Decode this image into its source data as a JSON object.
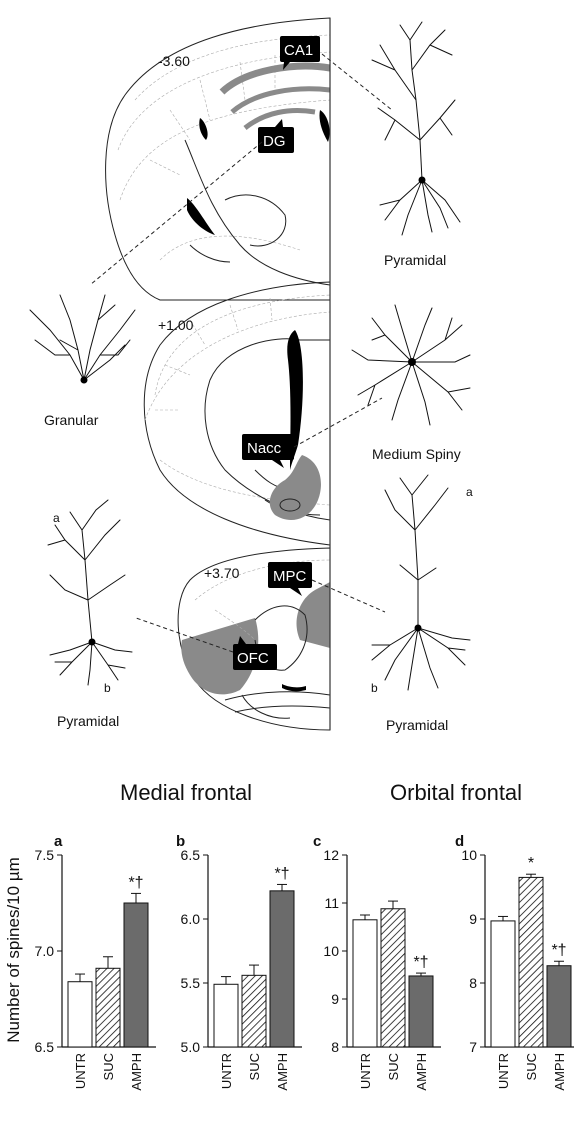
{
  "atlas": {
    "sections": [
      {
        "level": "-3.60"
      },
      {
        "level": "+1.00"
      },
      {
        "level": "+3.70"
      }
    ],
    "region_labels": {
      "ca1": "CA1",
      "dg": "DG",
      "nacc": "Nacc",
      "mpc": "MPC",
      "ofc": "OFC"
    },
    "neuron_labels": {
      "granular": "Granular",
      "pyramidal_ca1": "Pyramidal",
      "medium_spiny": "Medium Spiny",
      "pyramidal_mpc": "Pyramidal",
      "pyramidal_ofc": "Pyramidal"
    },
    "dendrite_marks": {
      "ofc_apical": "a",
      "ofc_basal": "b",
      "mpc_apical": "a",
      "mpc_basal": "b"
    }
  },
  "group_titles": {
    "medial": "Medial frontal",
    "orbital": "Orbital frontal"
  },
  "ylabel": "Number of spines/10 µm",
  "colors": {
    "untr": "#ffffff",
    "amph": "#6b6b6b",
    "stroke": "#111111"
  },
  "chart_data": [
    {
      "type": "bar",
      "panel": "a",
      "categories": [
        "UNTR",
        "SUC",
        "AMPH"
      ],
      "values": [
        6.84,
        6.91,
        7.25
      ],
      "errors": [
        0.04,
        0.06,
        0.05
      ],
      "marks": [
        "",
        "",
        "*†"
      ],
      "yticks": [
        "6.5",
        "7.0",
        "7.5"
      ],
      "ylim": [
        6.5,
        7.5
      ]
    },
    {
      "type": "bar",
      "panel": "b",
      "categories": [
        "UNTR",
        "SUC",
        "AMPH"
      ],
      "values": [
        5.49,
        5.56,
        6.22
      ],
      "errors": [
        0.06,
        0.08,
        0.05
      ],
      "marks": [
        "",
        "",
        "*†"
      ],
      "yticks": [
        "5.0",
        "5.5",
        "6.0",
        "6.5"
      ],
      "ylim": [
        5.0,
        6.5
      ]
    },
    {
      "type": "bar",
      "panel": "c",
      "categories": [
        "UNTR",
        "SUC",
        "AMPH"
      ],
      "values": [
        10.65,
        10.88,
        9.48
      ],
      "errors": [
        0.1,
        0.16,
        0.06
      ],
      "marks": [
        "",
        "",
        "*†"
      ],
      "yticks": [
        "8",
        "9",
        "10",
        "11",
        "12"
      ],
      "ylim": [
        8,
        12
      ]
    },
    {
      "type": "bar",
      "panel": "d",
      "categories": [
        "UNTR",
        "SUC",
        "AMPH"
      ],
      "values": [
        8.97,
        9.65,
        8.27
      ],
      "errors": [
        0.07,
        0.05,
        0.07
      ],
      "marks": [
        "",
        "*",
        "*†"
      ],
      "yticks": [
        "7",
        "8",
        "9",
        "10"
      ],
      "ylim": [
        7,
        10
      ]
    }
  ]
}
